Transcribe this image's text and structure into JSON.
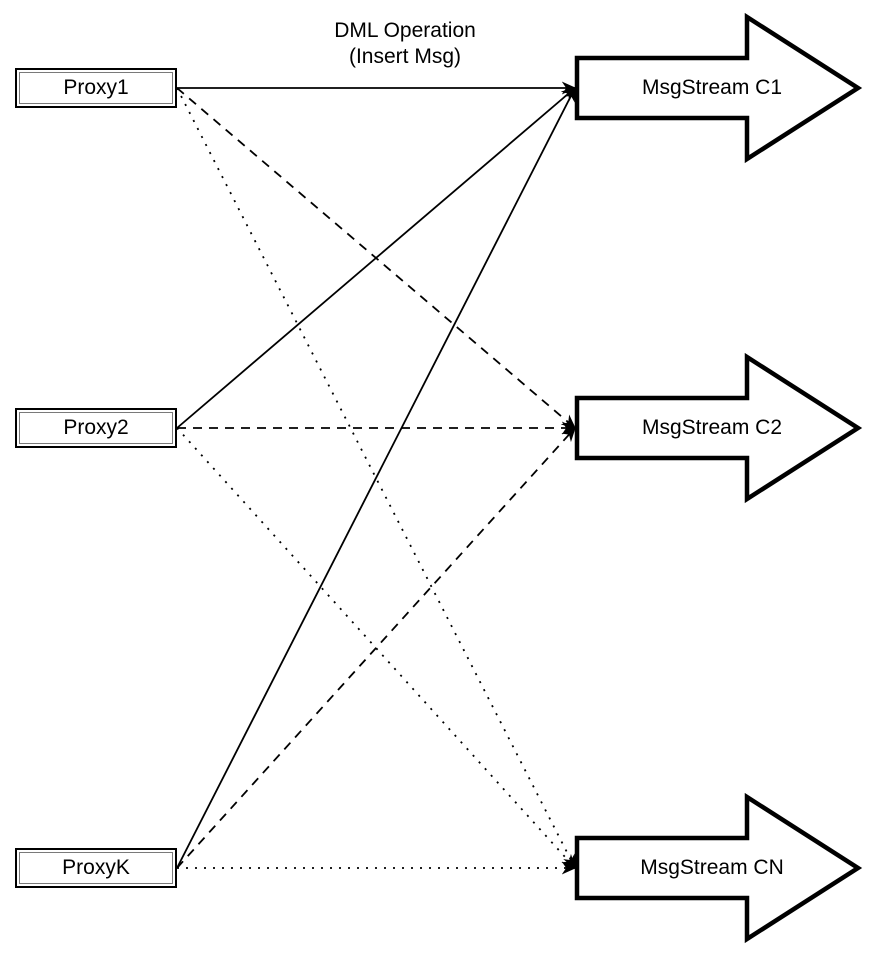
{
  "diagram": {
    "title": {
      "line1": "DML Operation",
      "line2": "(Insert Msg)"
    },
    "proxies": [
      {
        "id": "proxy1",
        "label": "Proxy1"
      },
      {
        "id": "proxy2",
        "label": "Proxy2"
      },
      {
        "id": "proxyk",
        "label": "ProxyK"
      }
    ],
    "streams": [
      {
        "id": "c1",
        "label": "MsgStream C1"
      },
      {
        "id": "c2",
        "label": "MsgStream C2"
      },
      {
        "id": "cn",
        "label": "MsgStream CN"
      }
    ],
    "edges": [
      {
        "from": "proxy1",
        "to": "c1",
        "line_style": "solid"
      },
      {
        "from": "proxy1",
        "to": "c2",
        "line_style": "dashed"
      },
      {
        "from": "proxy1",
        "to": "cn",
        "line_style": "dotted"
      },
      {
        "from": "proxy2",
        "to": "c1",
        "line_style": "solid"
      },
      {
        "from": "proxy2",
        "to": "c2",
        "line_style": "dashed"
      },
      {
        "from": "proxy2",
        "to": "cn",
        "line_style": "dotted"
      },
      {
        "from": "proxyk",
        "to": "c1",
        "line_style": "solid"
      },
      {
        "from": "proxyk",
        "to": "c2",
        "line_style": "dashed"
      },
      {
        "from": "proxyk",
        "to": "cn",
        "line_style": "dotted"
      }
    ],
    "colors": {
      "ink": "#000000",
      "background": "#ffffff"
    }
  }
}
